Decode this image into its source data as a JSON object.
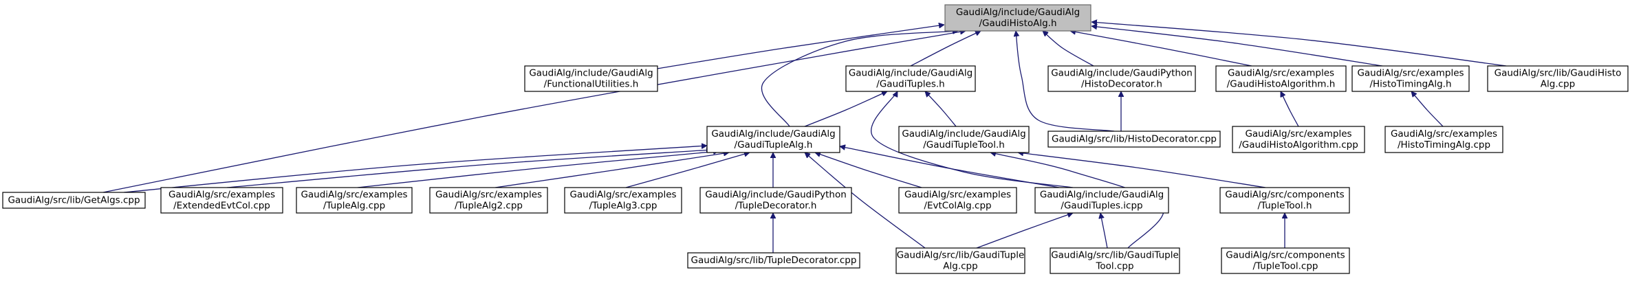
{
  "nodes": [
    {
      "id": "root",
      "lines": [
        "GaudiAlg/include/GaudiAlg",
        "/GaudiHistoAlg.h"
      ],
      "highlighted": true
    },
    {
      "id": "functional",
      "lines": [
        "GaudiAlg/include/GaudiAlg",
        "/FunctionalUtilities.h"
      ]
    },
    {
      "id": "tuples_h",
      "lines": [
        "GaudiAlg/include/GaudiAlg",
        "/GaudiTuples.h"
      ]
    },
    {
      "id": "histo_decorator_h",
      "lines": [
        "GaudiAlg/include/GaudiPython",
        "/HistoDecorator.h"
      ]
    },
    {
      "id": "histo_algorithm_h",
      "lines": [
        "GaudiAlg/src/examples",
        "/GaudiHistoAlgorithm.h"
      ]
    },
    {
      "id": "histo_timing_h",
      "lines": [
        "GaudiAlg/src/examples",
        "/HistoTimingAlg.h"
      ]
    },
    {
      "id": "histo_alg_cpp",
      "lines": [
        "GaudiAlg/src/lib/GaudiHisto",
        "Alg.cpp"
      ]
    },
    {
      "id": "tuple_alg_h",
      "lines": [
        "GaudiAlg/include/GaudiAlg",
        "/GaudiTupleAlg.h"
      ]
    },
    {
      "id": "tuple_tool_h",
      "lines": [
        "GaudiAlg/include/GaudiAlg",
        "/GaudiTupleTool.h"
      ]
    },
    {
      "id": "histo_decorator_cpp",
      "lines": [
        "GaudiAlg/src/lib/HistoDecorator.cpp"
      ]
    },
    {
      "id": "histo_algorithm_cpp",
      "lines": [
        "GaudiAlg/src/examples",
        "/GaudiHistoAlgorithm.cpp"
      ]
    },
    {
      "id": "histo_timing_cpp",
      "lines": [
        "GaudiAlg/src/examples",
        "/HistoTimingAlg.cpp"
      ]
    },
    {
      "id": "getalgs",
      "lines": [
        "GaudiAlg/src/lib/GetAlgs.cpp"
      ]
    },
    {
      "id": "extended_evtcol",
      "lines": [
        "GaudiAlg/src/examples",
        "/ExtendedEvtCol.cpp"
      ]
    },
    {
      "id": "tuple_alg_ex",
      "lines": [
        "GaudiAlg/src/examples",
        "/TupleAlg.cpp"
      ]
    },
    {
      "id": "tuple_alg2",
      "lines": [
        "GaudiAlg/src/examples",
        "/TupleAlg2.cpp"
      ]
    },
    {
      "id": "tuple_alg3",
      "lines": [
        "GaudiAlg/src/examples",
        "/TupleAlg3.cpp"
      ]
    },
    {
      "id": "tuple_decorator_h",
      "lines": [
        "GaudiAlg/include/GaudiPython",
        "/TupleDecorator.h"
      ]
    },
    {
      "id": "evtcol_alg",
      "lines": [
        "GaudiAlg/src/examples",
        "/EvtColAlg.cpp"
      ]
    },
    {
      "id": "tuples_icpp",
      "lines": [
        "GaudiAlg/include/GaudiAlg",
        "/GaudiTuples.icpp"
      ]
    },
    {
      "id": "tuple_tool_comp_h",
      "lines": [
        "GaudiAlg/src/components",
        "/TupleTool.h"
      ]
    },
    {
      "id": "tuple_decorator_cpp",
      "lines": [
        "GaudiAlg/src/lib/TupleDecorator.cpp"
      ]
    },
    {
      "id": "tuple_alg_cpp",
      "lines": [
        "GaudiAlg/src/lib/GaudiTuple",
        "Alg.cpp"
      ]
    },
    {
      "id": "tuple_tool_cpp",
      "lines": [
        "GaudiAlg/src/lib/GaudiTuple",
        "Tool.cpp"
      ]
    },
    {
      "id": "tuple_tool_comp_cpp",
      "lines": [
        "GaudiAlg/src/components",
        "/TupleTool.cpp"
      ]
    }
  ],
  "edges": [
    {
      "from": "functional",
      "to": "root"
    },
    {
      "from": "tuples_h",
      "to": "root"
    },
    {
      "from": "histo_decorator_h",
      "to": "root"
    },
    {
      "from": "histo_algorithm_h",
      "to": "root"
    },
    {
      "from": "histo_timing_h",
      "to": "root"
    },
    {
      "from": "histo_alg_cpp",
      "to": "root"
    },
    {
      "from": "tuple_alg_h",
      "to": "root"
    },
    {
      "from": "getalgs",
      "to": "root"
    },
    {
      "from": "histo_decorator_cpp",
      "to": "root"
    },
    {
      "from": "tuple_alg_h",
      "to": "tuples_h"
    },
    {
      "from": "tuple_tool_h",
      "to": "tuples_h"
    },
    {
      "from": "tuples_icpp",
      "to": "tuples_h"
    },
    {
      "from": "histo_decorator_cpp",
      "to": "histo_decorator_h"
    },
    {
      "from": "histo_algorithm_cpp",
      "to": "histo_algorithm_h"
    },
    {
      "from": "histo_timing_cpp",
      "to": "histo_timing_h"
    },
    {
      "from": "getalgs",
      "to": "tuple_alg_h"
    },
    {
      "from": "extended_evtcol",
      "to": "tuple_alg_h"
    },
    {
      "from": "tuple_alg_ex",
      "to": "tuple_alg_h"
    },
    {
      "from": "tuple_alg2",
      "to": "tuple_alg_h"
    },
    {
      "from": "tuple_alg3",
      "to": "tuple_alg_h"
    },
    {
      "from": "tuple_decorator_h",
      "to": "tuple_alg_h"
    },
    {
      "from": "evtcol_alg",
      "to": "tuple_alg_h"
    },
    {
      "from": "tuples_icpp",
      "to": "tuple_alg_h"
    },
    {
      "from": "tuple_alg_cpp",
      "to": "tuple_alg_h"
    },
    {
      "from": "tuple_tool_comp_h",
      "to": "tuple_tool_h"
    },
    {
      "from": "tuple_tool_cpp",
      "to": "tuple_tool_h"
    },
    {
      "from": "tuple_decorator_cpp",
      "to": "tuple_decorator_h"
    },
    {
      "from": "tuple_alg_cpp",
      "to": "tuples_icpp"
    },
    {
      "from": "tuple_tool_cpp",
      "to": "tuples_icpp"
    },
    {
      "from": "tuple_tool_comp_cpp",
      "to": "tuple_tool_comp_h"
    }
  ],
  "colors": {
    "edge": "#191970",
    "root_fill": "#bfbfbf",
    "node_fill": "#ffffff",
    "node_border": "#000000"
  }
}
